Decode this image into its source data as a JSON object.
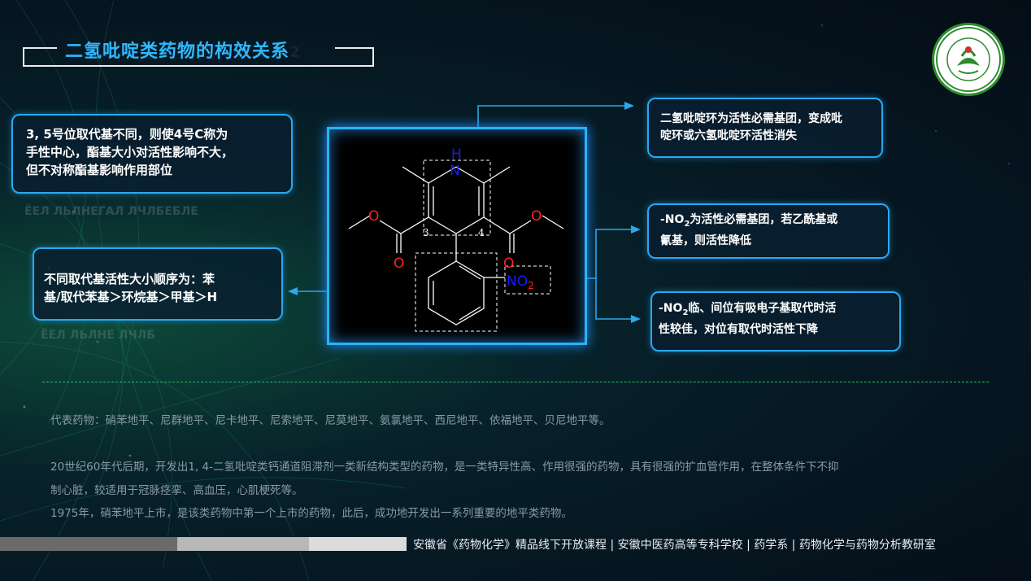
{
  "slide": {
    "title": "二氢吡啶类药物的构效关系",
    "title_suffix": "2"
  },
  "callouts": {
    "left_top": {
      "lines": [
        "3, 5号位取代基不同，则使4号C称为",
        "手性中心，酯基大小对活性影响不大，",
        "但不对称酯基影响作用部位"
      ]
    },
    "left_bottom": {
      "lines": [
        "不同取代基活性大小顺序为：苯",
        "基/取代苯基＞环烷基＞甲基＞H"
      ]
    },
    "right_1": {
      "lines": [
        "二氢吡啶环为活性必需基团，变成吡",
        "啶环或六氢吡啶环活性消失"
      ]
    },
    "right_2": {
      "line1_prefix": "-NO",
      "line1_sub": "2",
      "line1_suffix": "为活性必需基团，若乙酰基或",
      "line2": "氰基，则活性降低"
    },
    "right_3": {
      "line1_prefix": "-NO",
      "line1_sub": "2",
      "line1_suffix": "临、间位有吸电子基取代时活",
      "line2": "性较佳，对位有取代时活性下降"
    }
  },
  "molecule": {
    "atom_H": "H",
    "atom_N": "N",
    "atom_O1": "O",
    "atom_O2": "O",
    "atom_O3": "O",
    "atom_O4": "O",
    "pos_3": "3",
    "pos_4": "4",
    "no2_N": "NO",
    "no2_sub": "2"
  },
  "body": {
    "line1": "代表药物：硝苯地平、尼群地平、尼卡地平、尼索地平、尼莫地平、氨氯地平、西尼地平、依福地平、贝尼地平等。",
    "line2": "20世纪60年代后期，开发出1, 4-二氢吡啶类钙通道阻滞剂一类新结构类型的药物，是一类特异性高、作用很强的药物，具有很强的扩血管作用，在整体条件下不抑",
    "line3": "制心脏，较适用于冠脉痉挛、高血压，心肌梗死等。",
    "line4": "1975年，硝苯地平上市，是该类药物中第一个上市的药物，此后，成功地开发出一系列重要的地平类药物。"
  },
  "footer": {
    "text": "安徽省《药物化学》精品线下开放课程 | 安徽中医药高等专科学校 | 药学系 | 药物化学与药物分析教研室"
  },
  "colors": {
    "accent": "#2fb8ff",
    "box_border": "#2aa8f0",
    "nitrogen": "#1a1aff",
    "oxygen": "#ff2020",
    "footer_bar_dark": "#6a6a6a",
    "footer_bar_light": "#c8c8c8"
  }
}
